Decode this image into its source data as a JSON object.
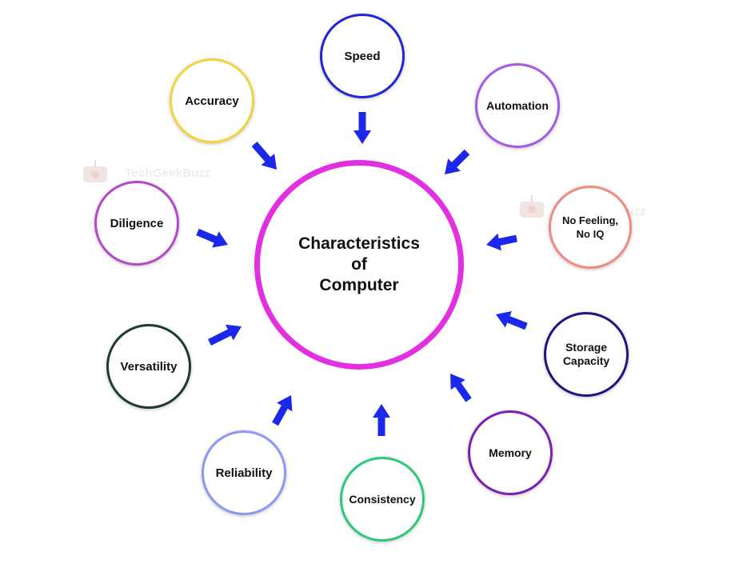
{
  "center": {
    "lines": [
      "Characteristics",
      "of",
      "Computer"
    ],
    "color": "#e22fe0"
  },
  "watermark": "TechGeekBuzz",
  "arrow_color": "#1b28ea",
  "nodes": [
    {
      "id": "speed",
      "label": "Speed",
      "color": "#1f26d6"
    },
    {
      "id": "automation",
      "label": "Automation",
      "color": "#a35be6"
    },
    {
      "id": "no-feeling",
      "label": "No Feeling, No IQ",
      "label_lines": [
        "No Feeling,",
        "No IQ"
      ],
      "color": "#f08a84"
    },
    {
      "id": "storage",
      "label": "Storage Capacity",
      "label_lines": [
        "Storage",
        "Capacity"
      ],
      "color": "#1c1582"
    },
    {
      "id": "memory",
      "label": "Memory",
      "color": "#7c1fb0"
    },
    {
      "id": "consistency",
      "label": "Consistency",
      "color": "#2ec87a"
    },
    {
      "id": "reliability",
      "label": "Reliability",
      "color": "#8d99f0"
    },
    {
      "id": "versatility",
      "label": "Versatility",
      "color": "#1d3b32"
    },
    {
      "id": "diligence",
      "label": "Diligence",
      "color": "#b548c8"
    },
    {
      "id": "accuracy",
      "label": "Accuracy",
      "color": "#f3d43e"
    }
  ]
}
